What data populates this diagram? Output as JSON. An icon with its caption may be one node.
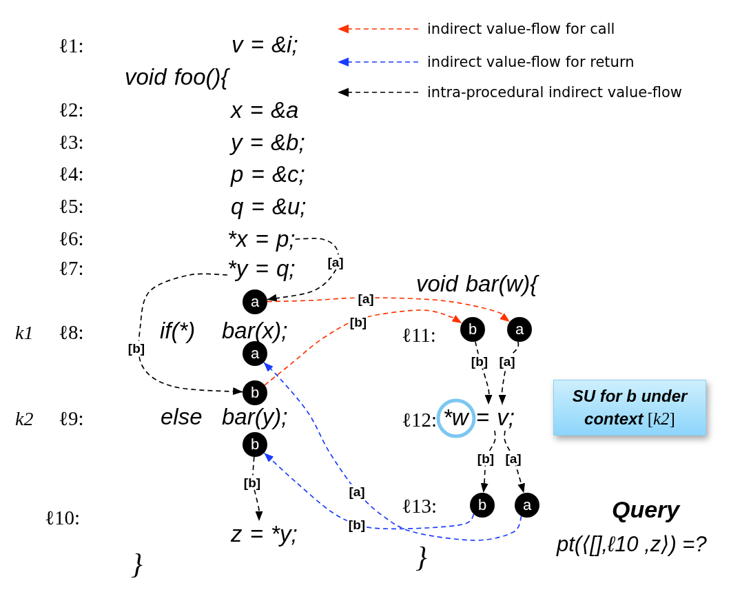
{
  "diagram": {
    "nodes": [
      {
        "text": [
          "*x = p;"
        ]
      },
      {
        "text": [
          "*y = q;"
        ]
      },
      {
        "text": [
          "a"
        ]
      },
      {
        "text": [
          "a"
        ]
      },
      {
        "text": [
          "b"
        ]
      },
      {
        "text": [
          "b"
        ]
      },
      {
        "text": [
          "z = *y;"
        ]
      },
      {
        "text": [
          "b"
        ]
      },
      {
        "text": [
          "a"
        ]
      },
      {
        "text": [
          "*w = v;"
        ]
      },
      {
        "text": [
          "**SU for b under context** [*k2*]"
        ]
      },
      {
        "text": [
          "b"
        ]
      },
      {
        "text": [
          "a"
        ]
      }
    ],
    "edges": [
      {
        "from": 0,
        "to": 2,
        "arrow": "to",
        "label": "[a]",
        "style": "dashed"
      },
      {
        "from": 1,
        "to": 4,
        "arrow": "to",
        "label": "[b]",
        "style": "dashed"
      },
      {
        "from": 2,
        "to": 8,
        "arrow": "to",
        "label": "[a]",
        "style": "dashed",
        "color": "#ff3300"
      },
      {
        "from": 4,
        "to": 7,
        "arrow": "to",
        "label": "[b]",
        "style": "dashed",
        "color": "#ff3300"
      },
      {
        "from": 7,
        "to": 9,
        "arrow": "to",
        "label": "[b]",
        "style": "dashed"
      },
      {
        "from": 8,
        "to": 9,
        "arrow": "to",
        "label": "[a]",
        "style": "dashed"
      },
      {
        "from": 9,
        "to": 11,
        "arrow": "to",
        "label": "[b]",
        "style": "dashed"
      },
      {
        "from": 9,
        "to": 12,
        "arrow": "to",
        "label": "[a]",
        "style": "dashed"
      },
      {
        "from": 11,
        "to": 5,
        "arrow": "to",
        "label": "[b]",
        "style": "dashed",
        "color": "#1a3cff"
      },
      {
        "from": 12,
        "to": 3,
        "arrow": "to",
        "label": "[a]",
        "style": "dashed",
        "color": "#1a3cff"
      },
      {
        "from": 5,
        "to": 6,
        "arrow": "to",
        "label": "[b]",
        "style": "dashed"
      }
    ],
    "labels": [
      "ℓ1:",
      "v = &i;",
      "void foo(){",
      "ℓ2:",
      "x = &a",
      "ℓ3:",
      "y = &b;",
      "ℓ4:",
      "p = &c;",
      "ℓ5:",
      "q = &u;",
      "ℓ6:",
      "ℓ7:",
      "void bar(w){",
      "k1",
      "ℓ8:",
      "if(*)",
      "bar(x);",
      "ℓ11:",
      "k2",
      "ℓ9:",
      "else",
      "bar(y);",
      "ℓ12:",
      "ℓ13:",
      "Query",
      "ℓ10:",
      "pt(⟨[],ℓ10 ,z⟩) =?",
      "}",
      "}"
    ],
    "legend": [
      {
        "text": "indirect value-flow for call",
        "color": "#ff3300"
      },
      {
        "text": "indirect value-flow for return",
        "color": "#1a3cff"
      },
      {
        "text": "intra-procedural indirect value-flow",
        "color": "#000000"
      }
    ]
  }
}
